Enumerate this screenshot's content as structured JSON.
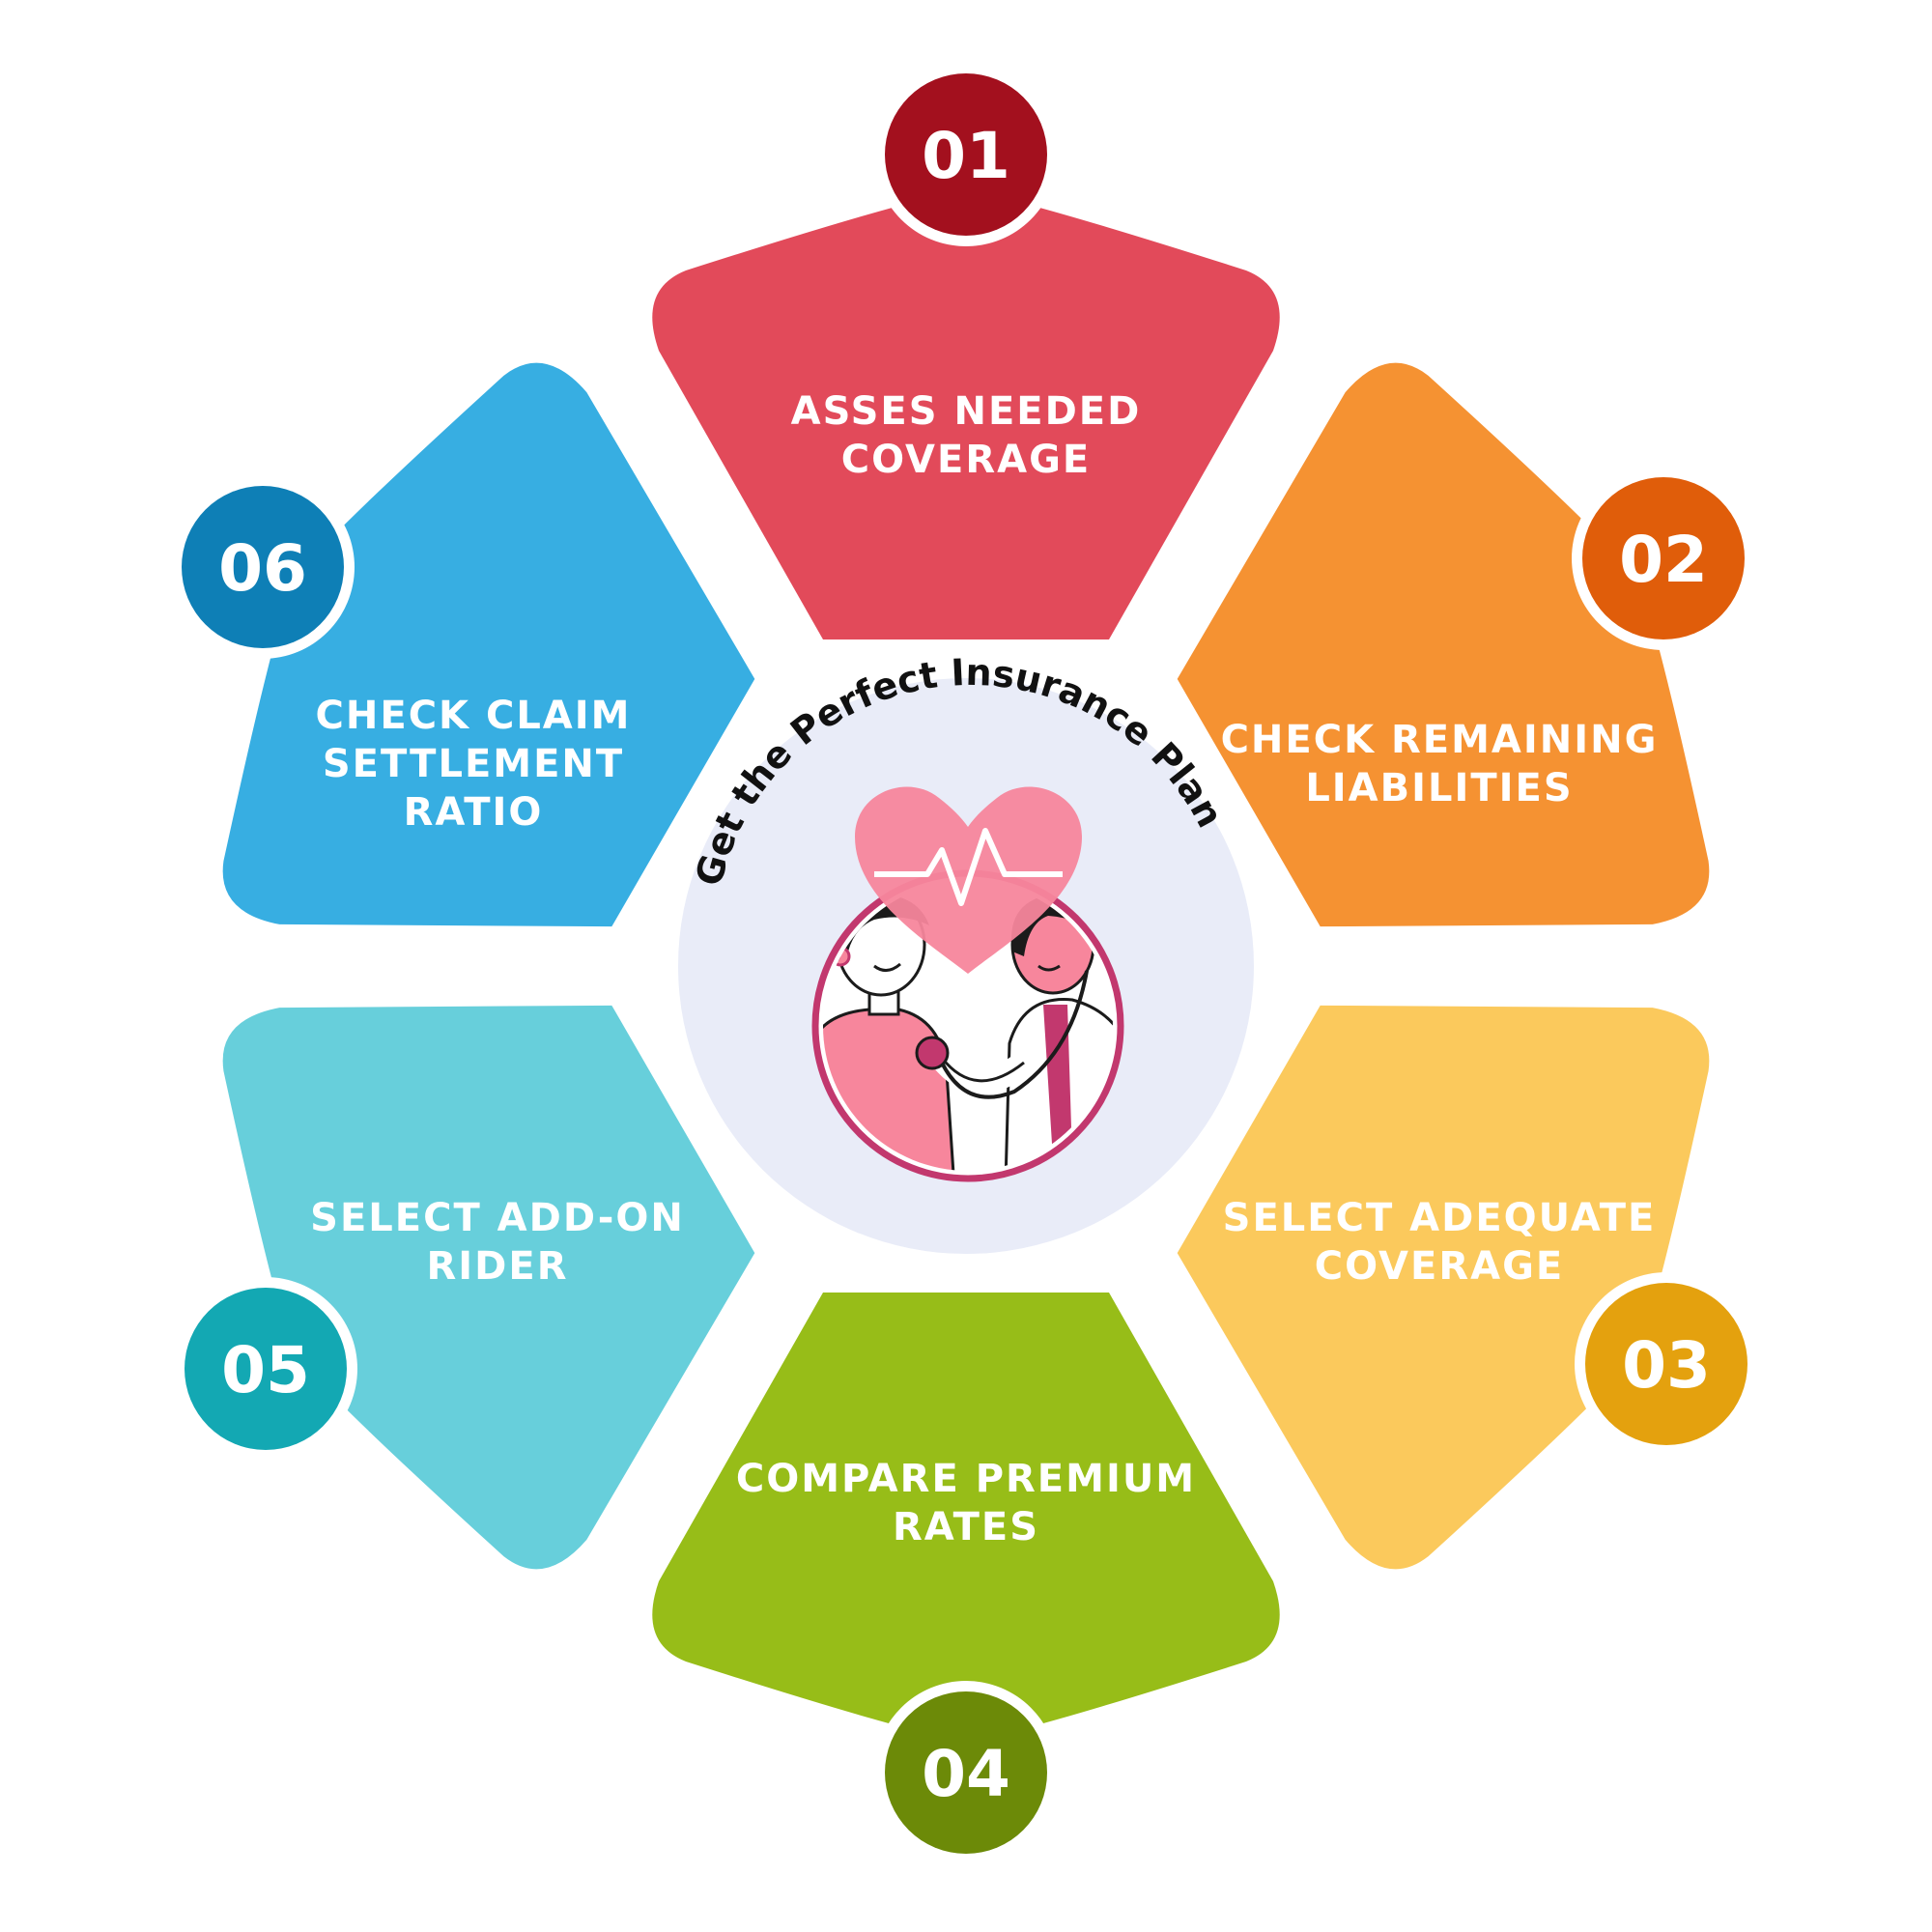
{
  "center": {
    "title": "Get the Perfect Insurance Plan",
    "illustration": "doctor-patient-heart-illustration"
  },
  "steps": [
    {
      "number": "01",
      "line1": "ASSES NEEDED",
      "line2": "COVERAGE",
      "line3": "",
      "color": "#E24A5A",
      "badge_color": "#A3101E"
    },
    {
      "number": "02",
      "line1": "CHECK REMAINING",
      "line2": "LIABILITIES",
      "line3": "",
      "color": "#F59232",
      "badge_color": "#E05D0A"
    },
    {
      "number": "03",
      "line1": "SELECT ADEQUATE",
      "line2": "COVERAGE",
      "line3": "",
      "color": "#FBC95C",
      "badge_color": "#E4A10E"
    },
    {
      "number": "04",
      "line1": "COMPARE PREMIUM",
      "line2": "RATES",
      "line3": "",
      "color": "#97BD18",
      "badge_color": "#6C8A08"
    },
    {
      "number": "05",
      "line1": "SELECT ADD-ON",
      "line2": "RIDER",
      "line3": "",
      "color": "#67CFDB",
      "badge_color": "#13A8B3"
    },
    {
      "number": "06",
      "line1": "CHECK CLAIM",
      "line2": "SETTLEMENT",
      "line3": "RATIO",
      "color": "#37AEE2",
      "badge_color": "#0E7FB6"
    }
  ],
  "palette": {
    "center_fill": "#E9ECF8",
    "heart": "#F7869C",
    "ring": "#C2386E"
  }
}
